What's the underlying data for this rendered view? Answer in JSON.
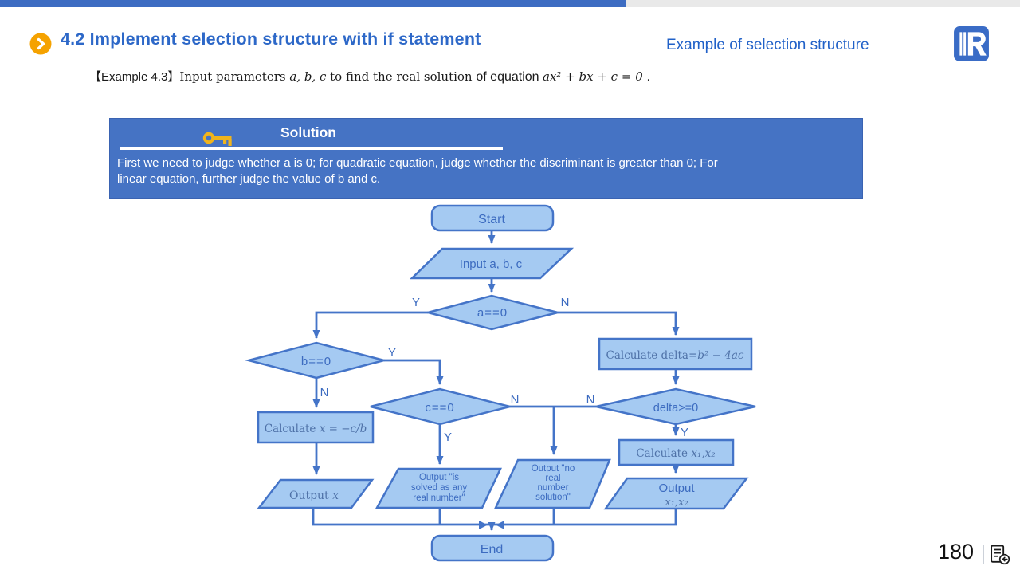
{
  "header": {
    "title": "4.2 Implement selection structure with if statement",
    "right_label": "Example of selection structure"
  },
  "example": {
    "label": "【Example 4.3】",
    "text_serif": "Input parameters ",
    "math_params": "a, b, c",
    "text_serif2": " to find the real solution ",
    "text_sans": "of equation ",
    "math_equation": "ax² + bx + c = 0 ."
  },
  "solution": {
    "heading": "Solution",
    "body_lines": [
      "First we need to judge whether a is 0; for quadratic equation, judge whether the discriminant is greater than 0; For",
      "linear equation, further judge the value of b and c."
    ]
  },
  "flowchart": {
    "labels": {
      "yes": "Y",
      "no": "N"
    },
    "nodes": {
      "start": {
        "label": "Start"
      },
      "input_abc": {
        "label": "Input a, b, c"
      },
      "cond_a": {
        "label": "a==0"
      },
      "cond_b": {
        "label": "b==0"
      },
      "cond_c": {
        "label": "c==0"
      },
      "calc_delta": {
        "prefix": "Calculate delta=",
        "math": "b² − 4ac"
      },
      "cond_delta": {
        "label": "delta>=0"
      },
      "calc_x": {
        "prefix": "Calculate ",
        "math": "x = −c/b"
      },
      "calc_x12": {
        "prefix": "Calculate ",
        "math": "x₁,x₂"
      },
      "output_x": {
        "prefix": "Output ",
        "math": "x"
      },
      "output_any": {
        "lines": [
          "Output \"is",
          "solved as any",
          "real number\""
        ]
      },
      "output_none": {
        "lines": [
          "Output \"no",
          "real",
          "number",
          "solution\""
        ]
      },
      "output_x12": {
        "line1": "Output",
        "math": "x₁,x₂"
      },
      "end": {
        "label": "End"
      }
    }
  },
  "footer": {
    "page_number": "180"
  },
  "icons": {
    "bullet": "chevron-right-circle",
    "solution": "key",
    "logo": "publisher-logo",
    "footer": "document-return"
  },
  "colors": {
    "top_bar_blue": "#3d6cc2",
    "top_bar_gray": "#e9e9e9",
    "title_blue": "#2d68c8",
    "solution_bg": "#4573c4",
    "shape_fill": "#a5caf2",
    "shape_stroke": "#4474c8",
    "bullet_orange": "#f5a200",
    "key_gold": "#f0b41c"
  }
}
